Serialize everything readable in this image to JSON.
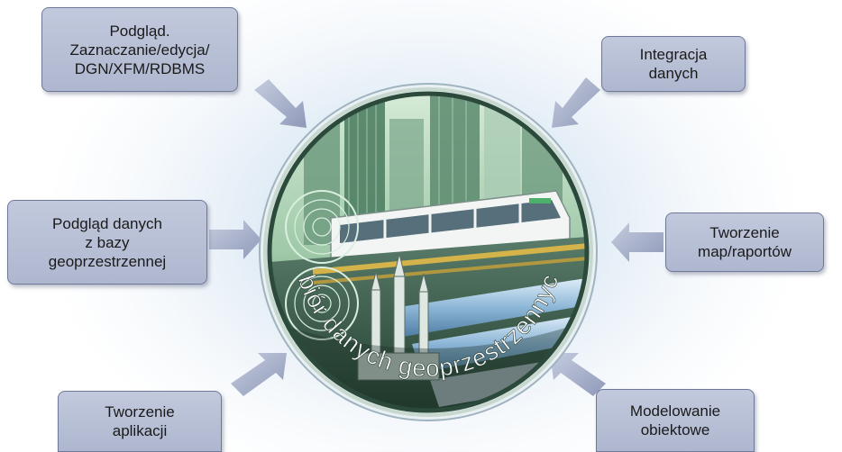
{
  "colors": {
    "box_fill": "#b7bfd6",
    "box_border": "#6e7897",
    "arrow": "#a3acc6",
    "center_ring": "#2c4a3c"
  },
  "center": {
    "label": "Zbiór danych geoprzestrzennych",
    "image_icon": "city-infrastructure-illustration"
  },
  "boxes": {
    "top_left": {
      "lines": [
        "Podgląd.",
        "Zaznaczanie/edycja/",
        "DGN/XFM/RDBMS"
      ]
    },
    "top_right": {
      "lines": [
        "Integracja",
        "danych"
      ]
    },
    "mid_left": {
      "lines": [
        "Podgląd danych",
        "z bazy",
        "geoprzestrzennej"
      ]
    },
    "mid_right": {
      "lines": [
        "Tworzenie",
        "map/raportów"
      ]
    },
    "bottom_left": {
      "lines": [
        "Tworzenie",
        "aplikacji"
      ]
    },
    "bottom_right": {
      "lines": [
        "Modelowanie",
        "obiektowe"
      ]
    }
  }
}
